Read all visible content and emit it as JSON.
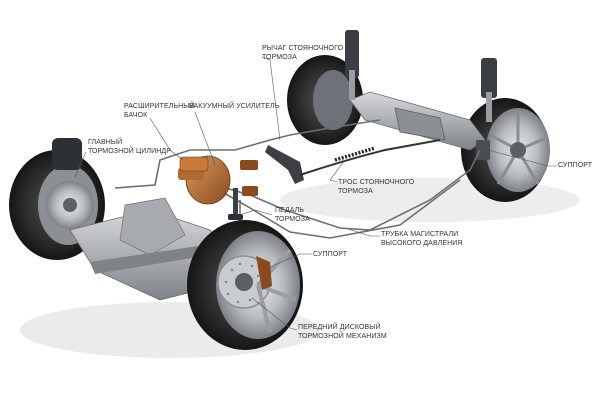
{
  "labels": {
    "master_cylinder": [
      "ГЛАВНЫЙ",
      "ТОРМОЗНОЙ ЦИЛИНДР"
    ],
    "reservoir": [
      "РАСШИРИТЕЛЬНЫЙ",
      "БАЧОК"
    ],
    "vacuum_booster": [
      "ВАКУУМНЫЙ УСИЛИТЕЛЬ"
    ],
    "parking_lever": [
      "РЫЧАГ СТОЯНОЧНОГО",
      "ТОРМОЗА"
    ],
    "parking_cable": [
      "ТРОС СТОЯНОЧНОГО",
      "ТОРМОЗА"
    ],
    "brake_pedal": [
      "ПЕДАЛЬ",
      "ТОРМОЗА"
    ],
    "pressure_line": [
      "ТРУБКА МАГИСТРАЛИ",
      "ВЫСОКОГО ДАВЛЕНИЯ"
    ],
    "caliper_front": [
      "СУППОРТ"
    ],
    "caliper_rear": [
      "СУППОРТ"
    ],
    "front_disc": [
      "ПЕРЕДНИЙ ДИСКОВЫЙ",
      "ТОРМОЗНОЙ МЕХАНИЗМ"
    ]
  },
  "colors": {
    "tire": "#2b2b2b",
    "metal": "#9a9ea3",
    "dark_metal": "#5c6066",
    "brake_orange": "#b0692f",
    "leader": "#555555",
    "text": "#333333"
  }
}
